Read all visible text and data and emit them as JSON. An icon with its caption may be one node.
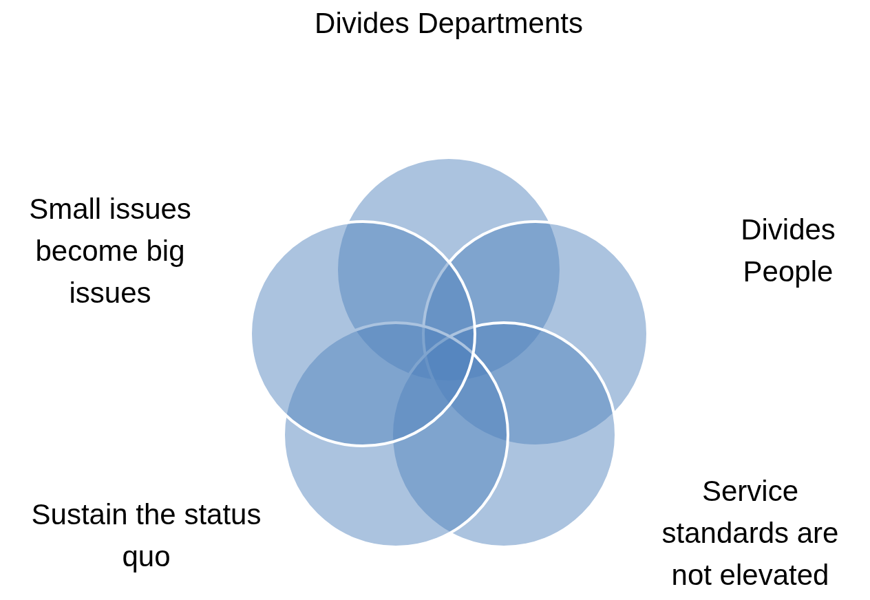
{
  "diagram": {
    "labels": [
      "Divides Departments",
      "Small issues become big issues",
      "Divides People",
      "Sustain the status quo",
      "Service standards are not elevated"
    ]
  }
}
